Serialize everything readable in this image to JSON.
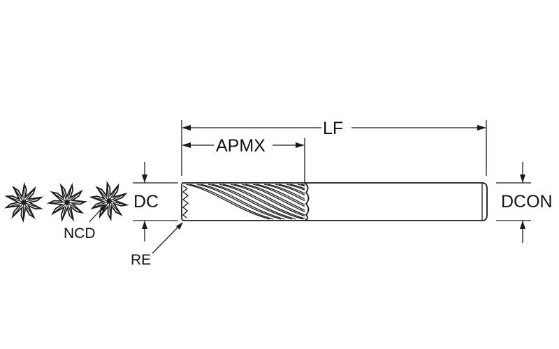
{
  "labels": {
    "lf": "LF",
    "apmx": "APMX",
    "dc": "DC",
    "dcon": "DCON",
    "ncd": "NCD",
    "re": "RE"
  },
  "colors": {
    "line": "#1a1a1a",
    "background": "#ffffff"
  },
  "end_views": {
    "count": 3,
    "flutes": 10
  }
}
